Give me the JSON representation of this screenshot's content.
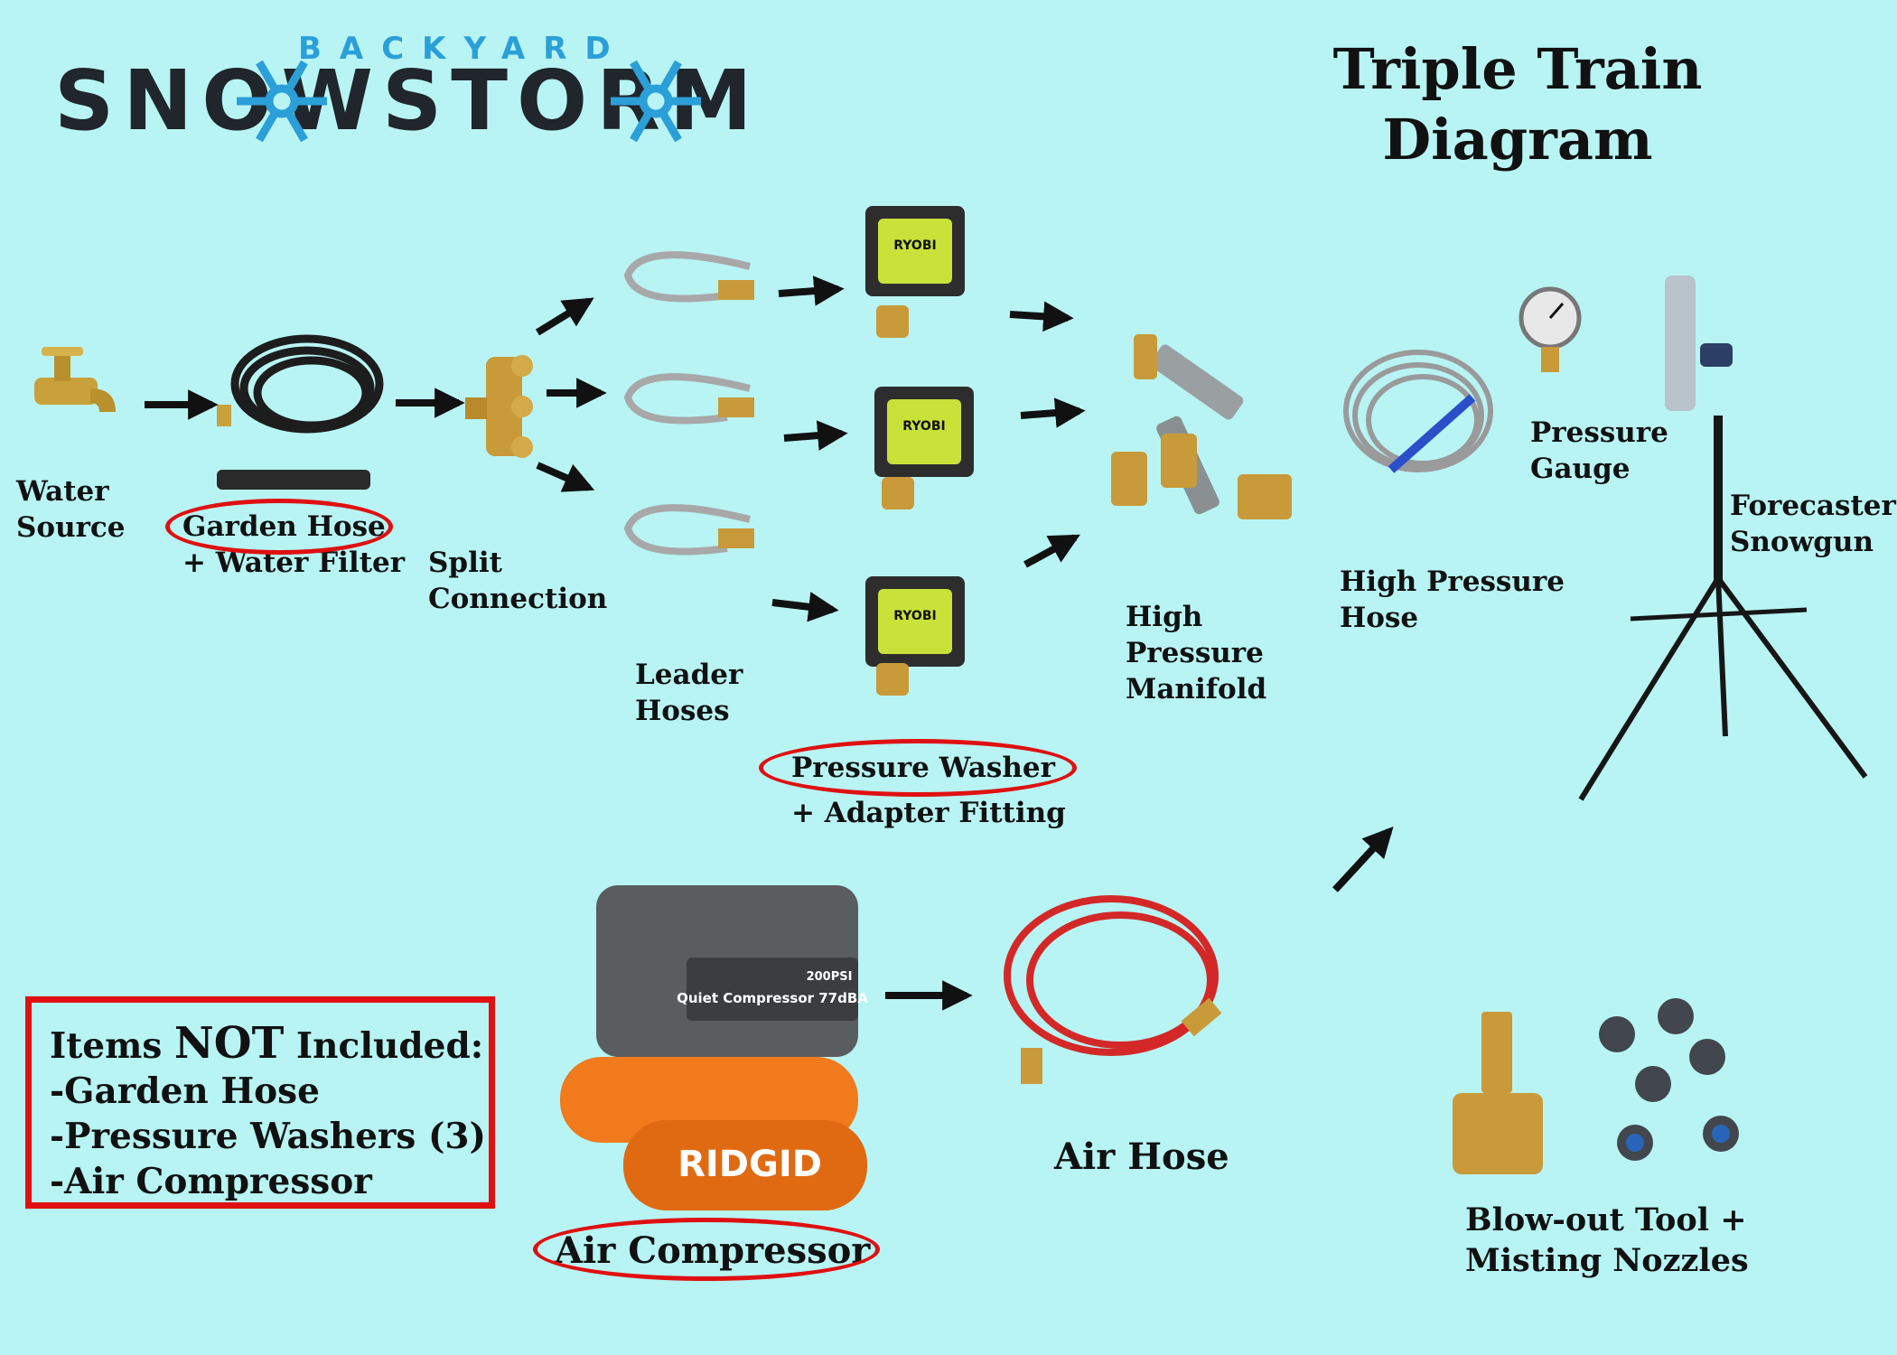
{
  "logo": {
    "top_word": "BACKYARD",
    "main_word": "SNOWSTORM"
  },
  "title": {
    "line1": "Triple Train",
    "line2": "Diagram"
  },
  "labels": {
    "water_source": "Water\nSource",
    "garden_hose": "Garden Hose",
    "water_filter": "+ Water Filter",
    "split_connection": "Split\nConnection",
    "leader_hoses": "Leader\nHoses",
    "pressure_washer": "Pressure Washer",
    "adapter_fitting": "+ Adapter Fitting",
    "manifold": "High\nPressure\nManifold",
    "high_pressure_hose": "High Pressure\nHose",
    "pressure_gauge": "Pressure\nGauge",
    "snowgun": "Forecaster\nSnowgun",
    "air_hose": "Air Hose",
    "air_compressor": "Air Compressor",
    "blowout": "Blow-out Tool +\nMisting Nozzles"
  },
  "not_included": {
    "head_prefix": "Items ",
    "head_emph": "NOT",
    "head_suffix": " Included:",
    "items": [
      "-Garden Hose",
      "-Pressure Washers (3)",
      "-Air Compressor"
    ]
  },
  "device_text": {
    "washer_brand": "RYOBI",
    "compressor_brand": "RIDGID",
    "compressor_model": "Quiet Compressor 77dBA",
    "compressor_psi": "200PSI"
  },
  "colors": {
    "background": "#b8f4f4",
    "highlight_ring": "#e01010",
    "logo_accent": "#2b9fd8",
    "washer_yellow": "#c8e23a",
    "compressor_orange": "#f07a1c",
    "air_hose_red": "#d42828"
  }
}
